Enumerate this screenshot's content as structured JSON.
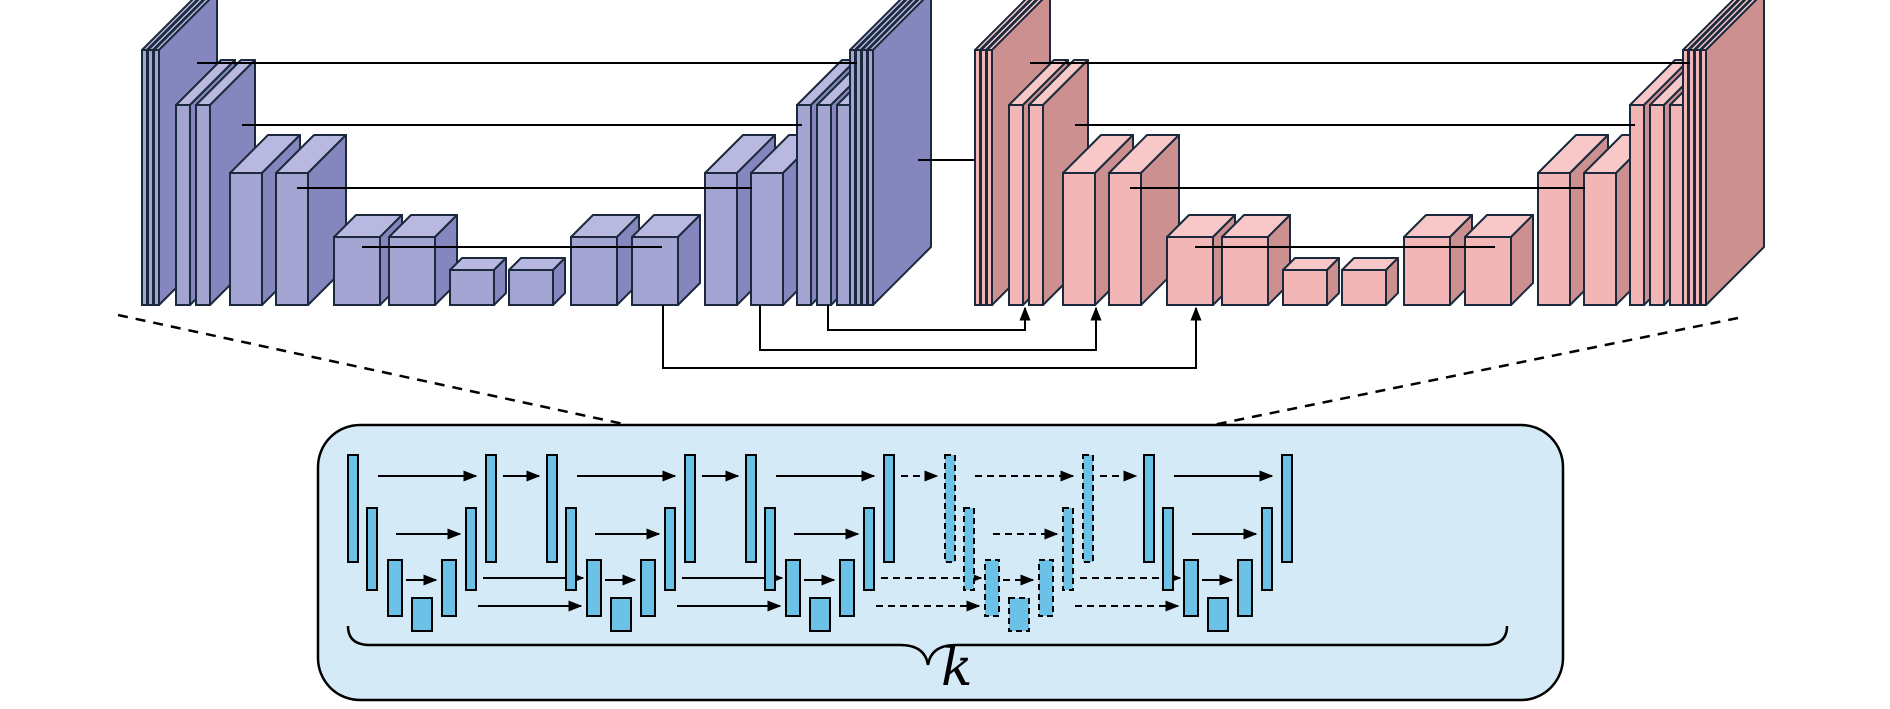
{
  "diagram": {
    "repeat_label": "k",
    "colors": {
      "network_a_front": "#a4a4d2",
      "network_a_side": "#8686be",
      "network_a_top": "#b8b8e0",
      "network_b_front": "#f3b6b7",
      "network_b_side": "#cd9091",
      "network_b_top": "#f8c8c8",
      "outline": "#1a2a3c",
      "panel_fill": "#d5eaf7",
      "block_fill": "#6cc2e6"
    },
    "networks": [
      {
        "name": "",
        "color_key": "network_a"
      },
      {
        "name": "",
        "color_key": "network_b"
      }
    ],
    "unrolled_units": 5,
    "dashed_unit_index": 3
  }
}
